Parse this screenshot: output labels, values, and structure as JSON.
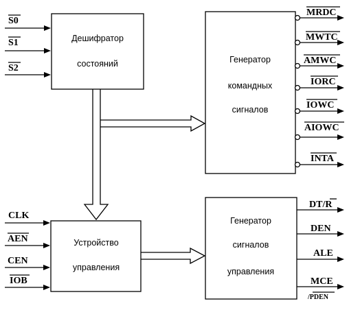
{
  "blocks": {
    "decoder": {
      "line1": "Дешифратор",
      "line2": "состояний"
    },
    "cmd_gen": {
      "line1": "Генератор",
      "line2": "командных",
      "line3": "сигналов"
    },
    "control_unit": {
      "line1": "Устройство",
      "line2": "управления"
    },
    "ctrl_gen": {
      "line1": "Генератор",
      "line2": "сигналов",
      "line3": "управления"
    }
  },
  "status_inputs": [
    "S0",
    "S1",
    "S2"
  ],
  "control_inputs": [
    "CLK",
    "AEN",
    "CEN",
    "IOB"
  ],
  "command_outputs": [
    "MRDC",
    "MWTC",
    "AMWC",
    "IORC",
    "IOWC",
    "AIOWC",
    "INTA"
  ],
  "control_outputs": {
    "dtr_prefix": "DT/",
    "dtr_suffix": "R",
    "den": "DEN",
    "ale": "ALE",
    "mce": "MCE",
    "pden": "/PDEN"
  }
}
